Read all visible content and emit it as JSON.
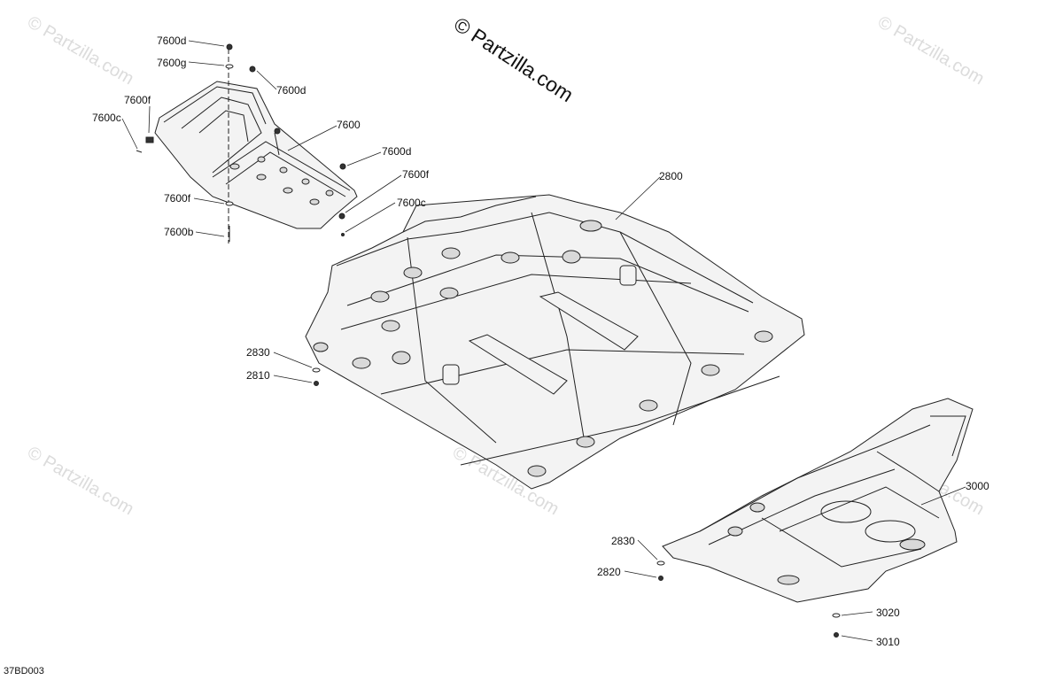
{
  "watermark": {
    "main_text": "© Partzilla.com",
    "faded_text": "© Partzilla.com"
  },
  "drawing_code": "37BD003",
  "callouts": {
    "c7600d_top": "7600d",
    "c7600g": "7600g",
    "c7600d_right": "7600d",
    "c7600f_top": "7600f",
    "c7600c_left": "7600c",
    "c7600": "7600",
    "c7600d_mid": "7600d",
    "c7600f_mid": "7600f",
    "c7600f_left": "7600f",
    "c7600c_mid": "7600c",
    "c7600b": "7600b",
    "c2800": "2800",
    "c2830_left": "2830",
    "c2810": "2810",
    "c3000": "3000",
    "c2830_right": "2830",
    "c2820": "2820",
    "c3020": "3020",
    "c3010": "3010"
  },
  "colors": {
    "line": "#222222",
    "fill": "#f3f3f3",
    "hole": "#d9d9d9",
    "watermark": "#dcdcdc"
  }
}
